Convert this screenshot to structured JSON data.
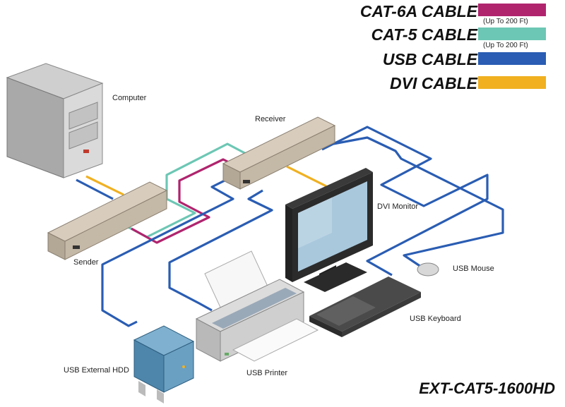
{
  "legend": [
    {
      "label": "CAT-6A CABLE",
      "note": "(Up To 200 Ft)",
      "color": "#b0246e"
    },
    {
      "label": "CAT-5 CABLE",
      "note": "(Up To 200 Ft)",
      "color": "#6cc7b4"
    },
    {
      "label": "USB CABLE",
      "note": "",
      "color": "#2a5db3"
    },
    {
      "label": "DVI CABLE",
      "note": "",
      "color": "#f0b020"
    }
  ],
  "labels": {
    "computer": "Computer",
    "receiver": "Receiver",
    "sender": "Sender",
    "dvi_monitor": "DVI Monitor",
    "usb_mouse": "USB Mouse",
    "usb_keyboard": "USB Keyboard",
    "usb_printer": "USB Printer",
    "usb_hdd": "USB External HDD"
  },
  "model": "EXT-CAT5-1600HD"
}
